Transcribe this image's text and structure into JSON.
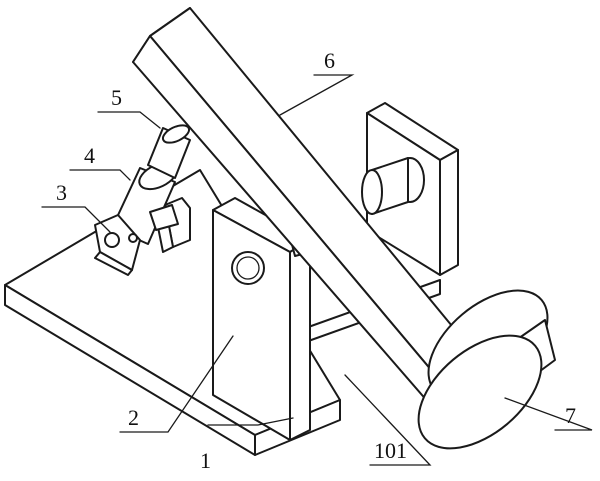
{
  "labels": {
    "l1": "1",
    "l2": "2",
    "l3": "3",
    "l4": "4",
    "l5": "5",
    "l6": "6",
    "l7": "7",
    "l101": "101"
  }
}
